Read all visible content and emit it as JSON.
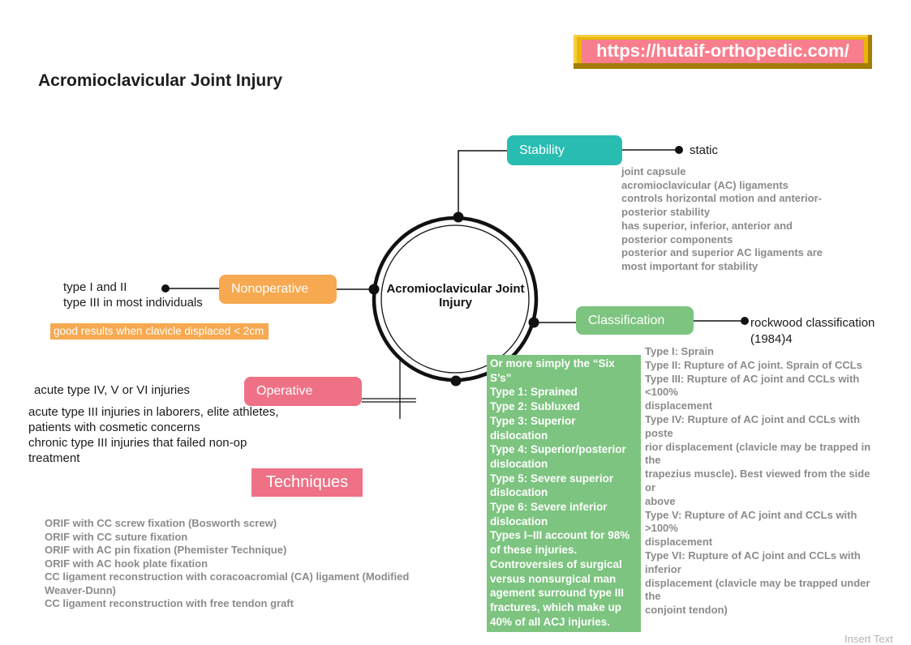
{
  "banner": {
    "url": "https://hutaif-orthopedic.com/"
  },
  "page": {
    "title": "Acromioclavicular Joint Injury"
  },
  "colors": {
    "teal": "#29BDB2",
    "orange": "#F6A950",
    "green": "#7CC47F",
    "pink": "#EE7186",
    "banner_gold": "#E9B606",
    "banner_pink": "#F97E8D",
    "gray_text": "#8B8B8B"
  },
  "center_node": {
    "label": "Acromioclavicular Joint\nInjury"
  },
  "stability": {
    "node_label": "Stability",
    "leaf_label": "static",
    "notes": "joint capsule\nacromioclavicular (AC) ligaments\ncontrols horizontal motion and anterior-\nposterior stability\nhas superior, inferior, anterior and\nposterior components\nposterior and superior AC ligaments are\nmost important for stability"
  },
  "nonoperative": {
    "node_label": "Nonoperative",
    "indications": "type I and II\ntype III in most individuals",
    "highlight": "good results when clavicle displaced < 2cm"
  },
  "classification": {
    "node_label": "Classification",
    "leaf_label": "rockwood classification\n(1984)4",
    "rockwood_types": "Type I: Sprain\nType II: Rupture of AC joint. Sprain of CCLs\nType III: Rupture of AC joint and CCLs with\n<100%\ndisplacement\nType IV: Rupture of AC joint and CCLs with\nposte\nrior displacement (clavicle may be trapped in\nthe\ntrapezius muscle). Best viewed from the side\nor\nabove\nType V: Rupture of AC joint and CCLs with\n>100%\ndisplacement\nType VI: Rupture of AC joint and CCLs with\ninferior\ndisplacement (clavicle may be trapped under\nthe\nconjoint tendon)",
    "six_s_note": "Or more simply the “Six\nS’s”\nType 1: Sprained\nType 2: Subluxed\nType 3: Superior\ndislocation\nType 4: Superior/posterior\ndislocation\nType 5: Severe superior\ndislocation\nType 6: Severe inferior\ndislocation\nTypes I–III account for 98%\nof these injuries.\nControversies of surgical\nversus nonsurgical man\nagement surround type III\nfractures, which make up\n40% of all ACJ injuries."
  },
  "operative": {
    "node_label": "Operative",
    "acute_indication": "acute type IV, V or VI injuries",
    "other_indications": "acute type III injuries in laborers, elite athletes,\npatients with cosmetic concerns\nchronic type III injuries that failed non-op\ntreatment",
    "techniques_label": "Techniques",
    "techniques_list": "ORIF with CC screw fixation (Bosworth screw)\n ORIF with CC suture fixation\nORIF with AC pin fixation (Phemister Technique)\nORIF with AC hook plate fixation\nCC ligament reconstruction with coracoacromial (CA) ligament (Modified\nWeaver-Dunn)\nCC ligament reconstruction with free tendon graft"
  },
  "footer": {
    "insert_text": "Insert Text"
  }
}
